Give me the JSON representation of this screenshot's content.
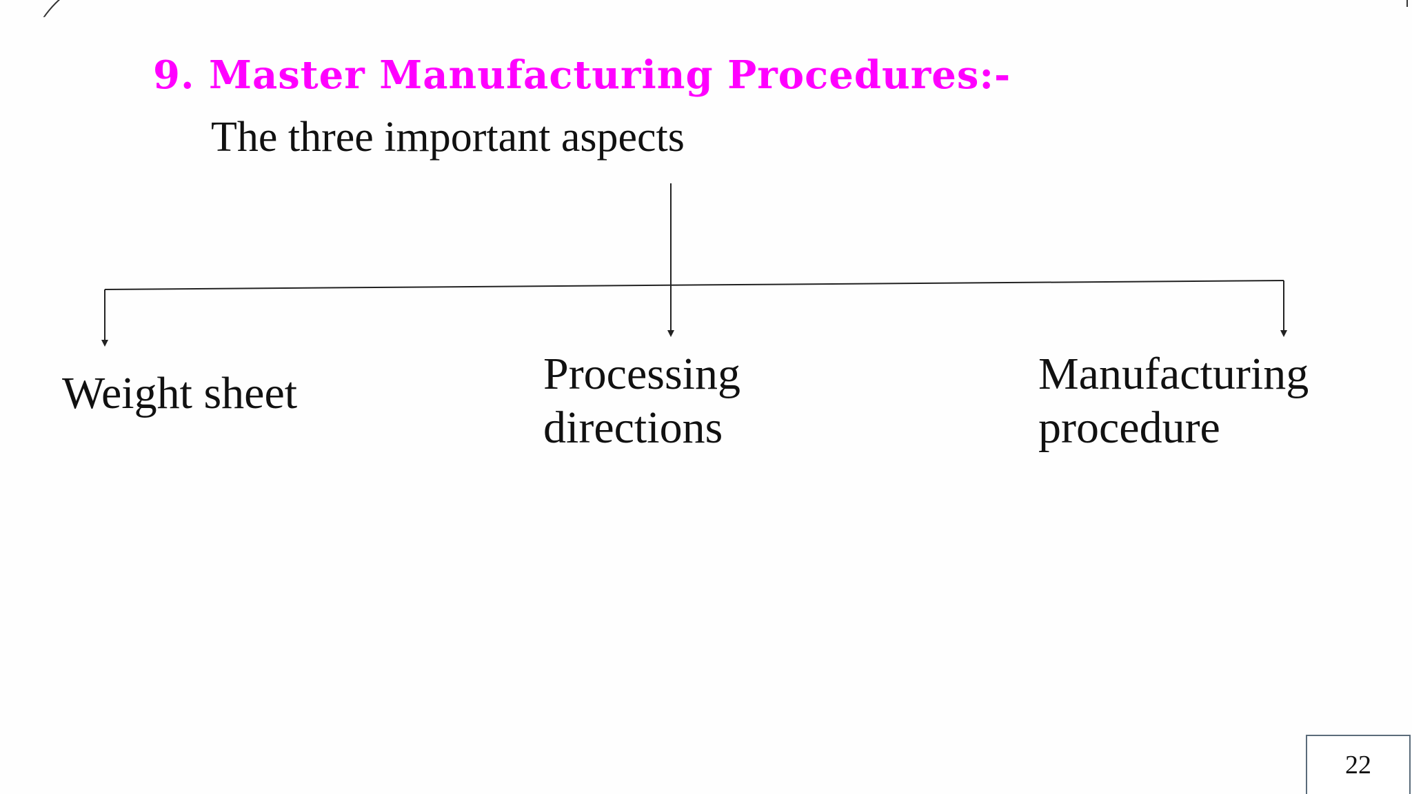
{
  "slide": {
    "title": "9. Master Manufacturing Procedures:-",
    "subtitle": "The three important aspects",
    "page_number": "22"
  },
  "diagram": {
    "branches": [
      {
        "line1": "Weight sheet",
        "line2": ""
      },
      {
        "line1": "Processing",
        "line2": "directions"
      },
      {
        "line1": "Manufacturing",
        "line2": "procedure"
      }
    ]
  },
  "colors": {
    "title": "#ff00ff",
    "text": "#111111",
    "connector": "#222222"
  }
}
